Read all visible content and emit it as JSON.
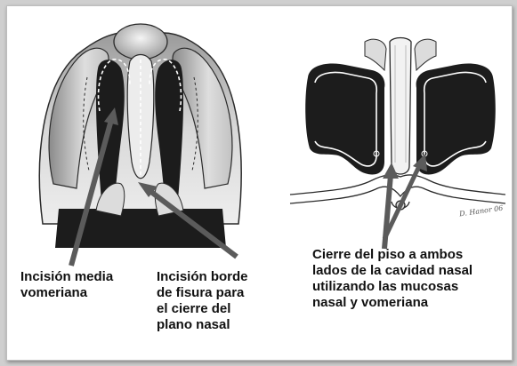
{
  "figure": {
    "captions": {
      "left": "Incisión media\nvomeriana",
      "middle": "Incisión borde\nde fisura para\nel cierre del\nplano nasal",
      "right": "Cierre del piso a ambos\nlados de la cavidad nasal\nutilizando las mucosas\nnasal y vomeriana"
    },
    "signature": "D. Hanor 06",
    "colors": {
      "arrow": "#5b5b5b",
      "cavity": "#1c1c1c",
      "tissue": "#e4e4e4",
      "outline": "#2a2a2a",
      "background": "#ffffff"
    }
  }
}
